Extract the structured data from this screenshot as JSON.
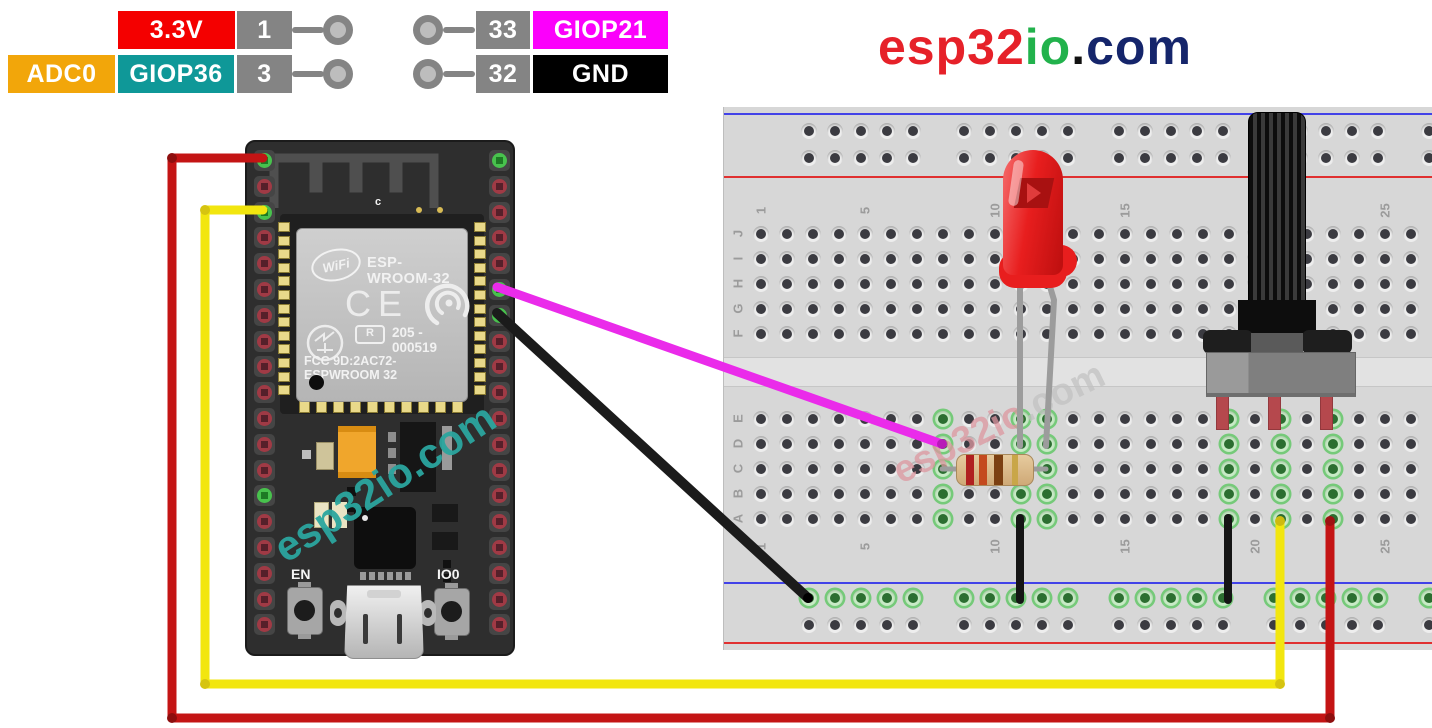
{
  "colors": {
    "wire_red": "#c41414",
    "wire_yellow": "#f2e60f",
    "wire_magenta": "#ea2bea",
    "wire_black": "#1b1b1b",
    "label_red": "#f40000",
    "label_orange": "#f2a60a",
    "label_teal": "#0f9898",
    "label_magenta": "#fb00fb",
    "label_gray": "#848484",
    "label_black": "#000000",
    "logo_red": "#e62129",
    "logo_green": "#22b24c",
    "logo_dot": "#111111",
    "logo_navy": "#15256b",
    "board_watermark": "#2ba69f",
    "bb_watermark_pink": "#dd97a0",
    "bb_watermark_gray": "#c2c2c2",
    "led_red": "#e81e1e",
    "highlight_green": "#3cc341"
  },
  "pin_table": {
    "row1": {
      "power_label": "3.3V",
      "pin_left": "1",
      "pin_right": "33",
      "gpio_label": "GIOP21"
    },
    "row2": {
      "adc_label": "ADC0",
      "gpio_left_label": "GIOP36",
      "pin_left": "3",
      "pin_right": "32",
      "gnd_label": "GND"
    }
  },
  "logo": {
    "seg1": "esp32",
    "seg2": "io",
    "seg3": ".",
    "seg4": "com"
  },
  "esp32": {
    "antenna_label": "c",
    "wifi_logo": "WiFi",
    "module_name": "ESP-WROOM-32",
    "ce_mark": "CE",
    "r_mark": "R",
    "cert_number": "205 - 000519",
    "fcc_id": "FCC 9D:2AC72-ESPWROOM 32",
    "en_button": "EN",
    "boot_button": "IO0",
    "watermark": "esp32io.com"
  },
  "breadboard": {
    "row_letters_top": [
      "J",
      "I",
      "H",
      "G",
      "F"
    ],
    "row_letters_bottom": [
      "E",
      "D",
      "C",
      "B",
      "A"
    ],
    "column_numbers": [
      1,
      5,
      10,
      15,
      20,
      25
    ],
    "highlighted_columns": [
      8,
      11,
      12,
      19,
      21,
      23
    ],
    "watermark_front": "esp32io",
    "watermark_back": ".com"
  }
}
